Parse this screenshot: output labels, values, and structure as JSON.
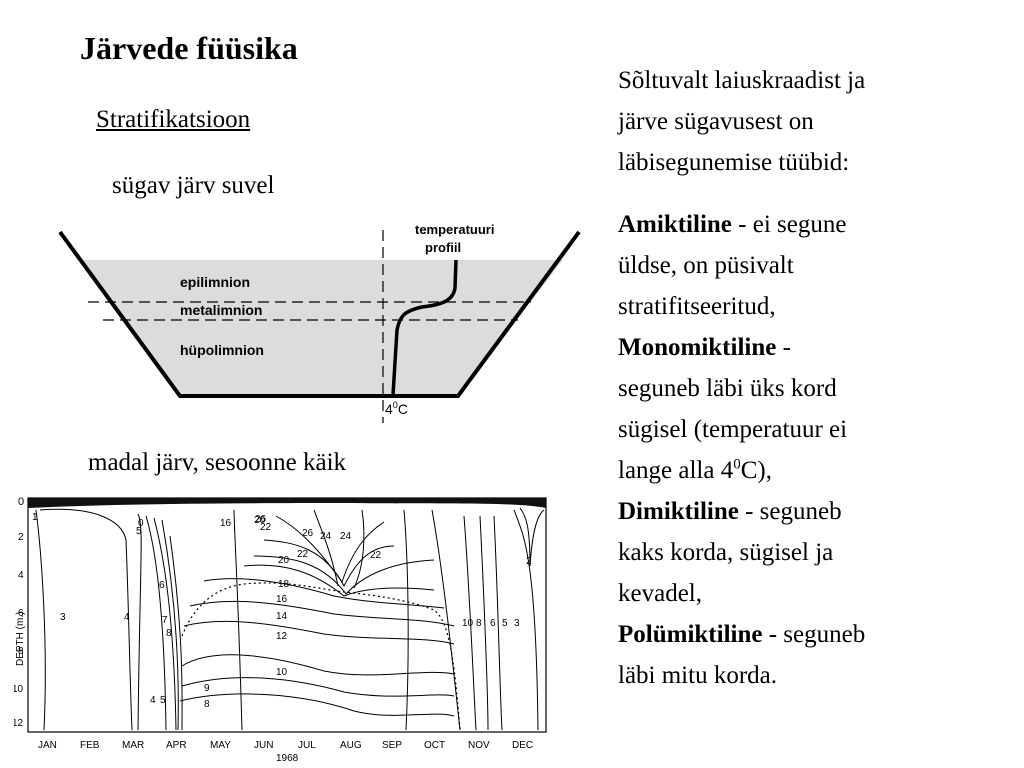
{
  "slide": {
    "title": "Järvede füüsika",
    "subtitle": "Stratifikatsioon",
    "deep_label": "sügav järv suvel",
    "shallow_label": "madal järv, sesoonne käik"
  },
  "lake_diagram": {
    "profile_label_1": "temperatuuri",
    "profile_label_2": "profiil",
    "layer_1": "epilimnion",
    "layer_2": "metalimnion",
    "layer_3": "hüpolimnion",
    "temp_prefix": "4",
    "temp_sup": "0",
    "temp_suffix": "C"
  },
  "isotherm_chart": {
    "ylabel": "DEPTH (m.)",
    "y_ticks": [
      "2",
      "4",
      "6",
      "8",
      "10",
      "12"
    ],
    "x_ticks": [
      "JAN",
      "FEB",
      "MAR",
      "APR",
      "MAY",
      "JUN",
      "JUL",
      "AUG",
      "SEP",
      "OCT",
      "NOV",
      "DEC"
    ],
    "year": "1968",
    "origin_tick": "0"
  },
  "right_text": {
    "intro_1": "Sõltuvalt laiuskraadist ja",
    "intro_2": "järve sügavusest on",
    "intro_3": "läbisegunemise tüübid:",
    "amiktiline": "Amiktiline",
    "amiktiline_desc_1": " - ei segune",
    "amiktiline_desc_2": "üldse, on püsivalt",
    "amiktiline_desc_3": "stratifitseeritud,",
    "monomiktiline": "Monomiktiline",
    "monomiktiline_desc_1": " -",
    "monomiktiline_desc_2": "seguneb läbi üks kord",
    "monomiktiline_desc_3": "sügisel (temperatuur ei",
    "monomiktiline_desc_4a": "lange alla 4",
    "monomiktiline_desc_4sup": "0",
    "monomiktiline_desc_4b": "C),",
    "dimiktiline": "Dimiktiline",
    "dimiktiline_desc_1": " - seguneb",
    "dimiktiline_desc_2": "kaks korda, sügisel ja",
    "dimiktiline_desc_3": "kevadel,",
    "polumiktiline": "Polümiktiline",
    "polumiktiline_desc_1": " - seguneb",
    "polumiktiline_desc_2": "läbi mitu korda."
  }
}
